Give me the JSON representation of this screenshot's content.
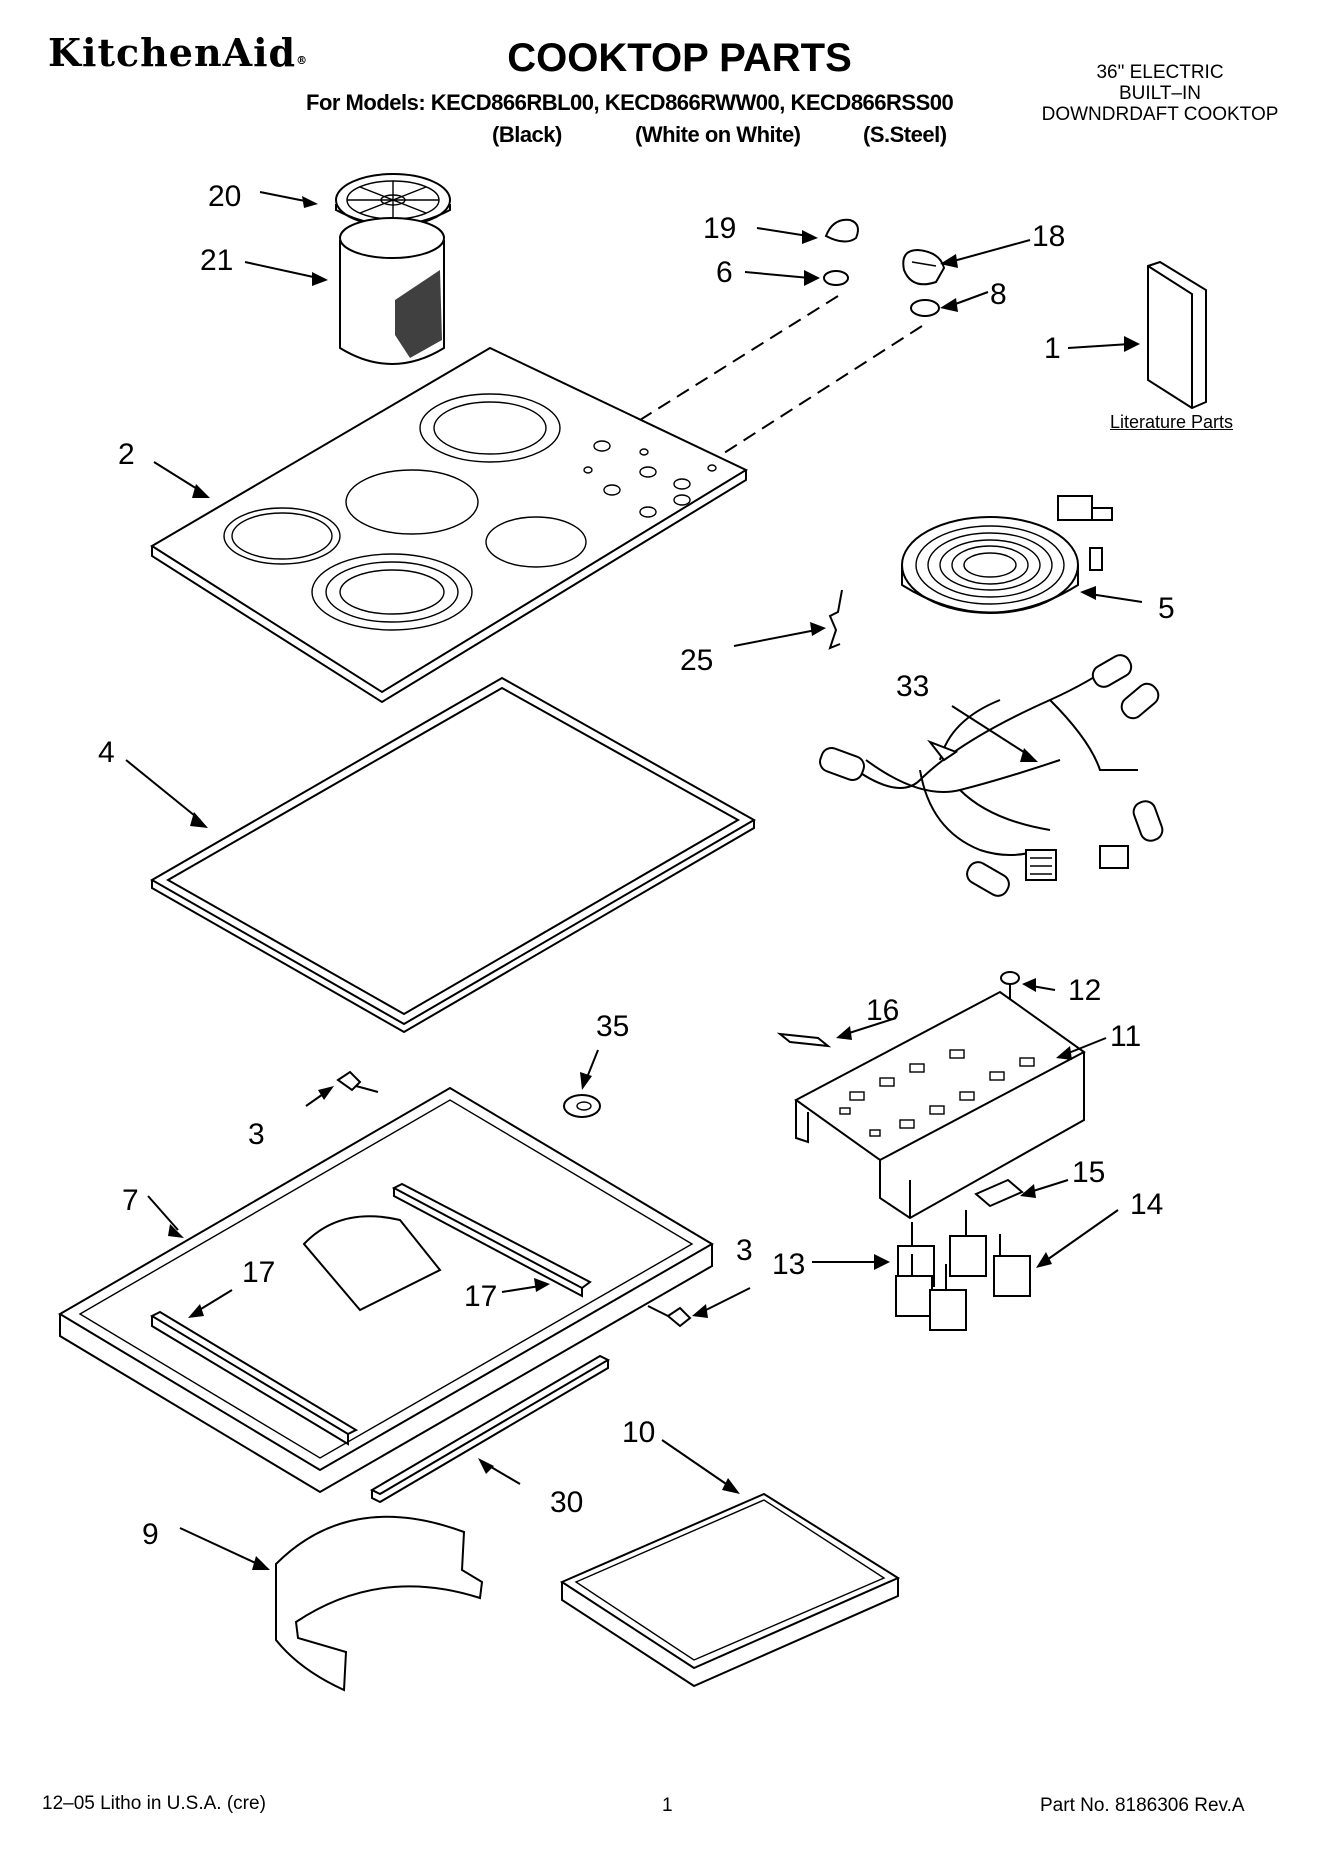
{
  "header": {
    "brand": "KitchenAid",
    "brand_mark": "®",
    "title": "COOKTOP PARTS",
    "models_line": "For Models: KECD866RBL00, KECD866RWW00, KECD866RSS00",
    "finishes": [
      "(Black)",
      "(White on White)",
      "(S.Steel)"
    ],
    "product_lines": [
      "36\" ELECTRIC",
      "BUILT–IN",
      "DOWNDRDAFT COOKTOP"
    ]
  },
  "literature_label": "Literature Parts",
  "callouts": {
    "c1": "1",
    "c2": "2",
    "c3a": "3",
    "c3b": "3",
    "c4": "4",
    "c5": "5",
    "c6": "6",
    "c7": "7",
    "c8": "8",
    "c9": "9",
    "c10": "10",
    "c11": "11",
    "c12": "12",
    "c13": "13",
    "c14": "14",
    "c15": "15",
    "c16": "16",
    "c17a": "17",
    "c17b": "17",
    "c18": "18",
    "c19": "19",
    "c20": "20",
    "c21": "21",
    "c25": "25",
    "c30": "30",
    "c33": "33",
    "c35": "35"
  },
  "footer": {
    "left": "12–05 Litho in U.S.A. (cre)",
    "center": "1",
    "right": "Part No. 8186306 Rev.A"
  }
}
